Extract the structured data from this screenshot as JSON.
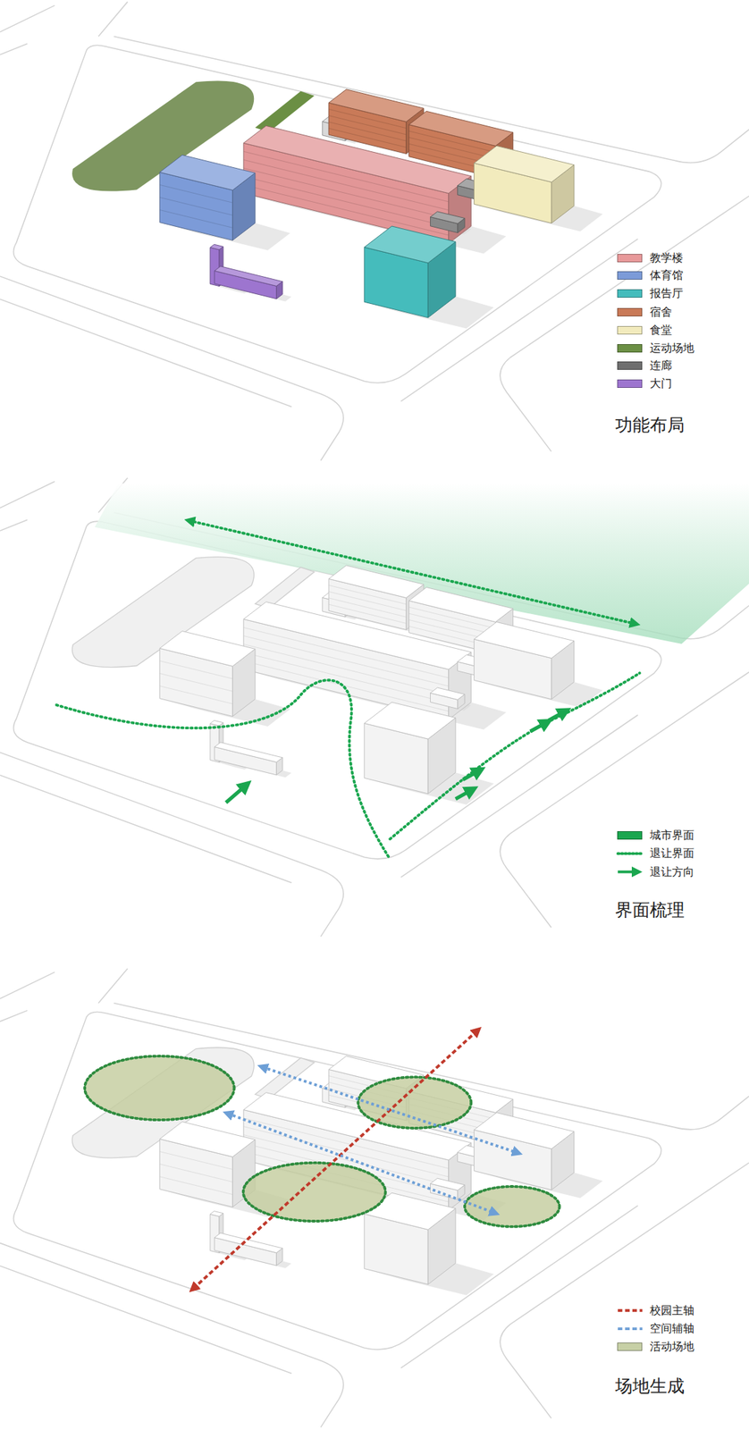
{
  "diagram": {
    "labels": [
      "功能布局",
      "界面梳理",
      "场地生成"
    ],
    "legend": [
      {
        "text": "教学楼",
        "color": "#e8999a"
      },
      {
        "text": "体育馆",
        "color": "#7c9bd8"
      },
      {
        "text": "报告厅",
        "color": "#45bcbc"
      },
      {
        "text": "宿舍",
        "color": "#c97a58"
      },
      {
        "text": "食堂",
        "color": "#f2ebbd"
      },
      {
        "text": "运动场地",
        "color": "#6b8f44"
      },
      {
        "text": "连廊",
        "color": "#6e6e6e"
      },
      {
        "text": "大门",
        "color": "#9d75cf"
      },
      {
        "text": "城市界面",
        "color": "#1aa64f"
      },
      {
        "text": "退让界面"
      },
      {
        "text": "退让方向"
      },
      {
        "text": "校园主轴"
      },
      {
        "text": "空间辅轴"
      },
      {
        "text": "活动场地",
        "color": "#c7d0a6"
      }
    ]
  }
}
